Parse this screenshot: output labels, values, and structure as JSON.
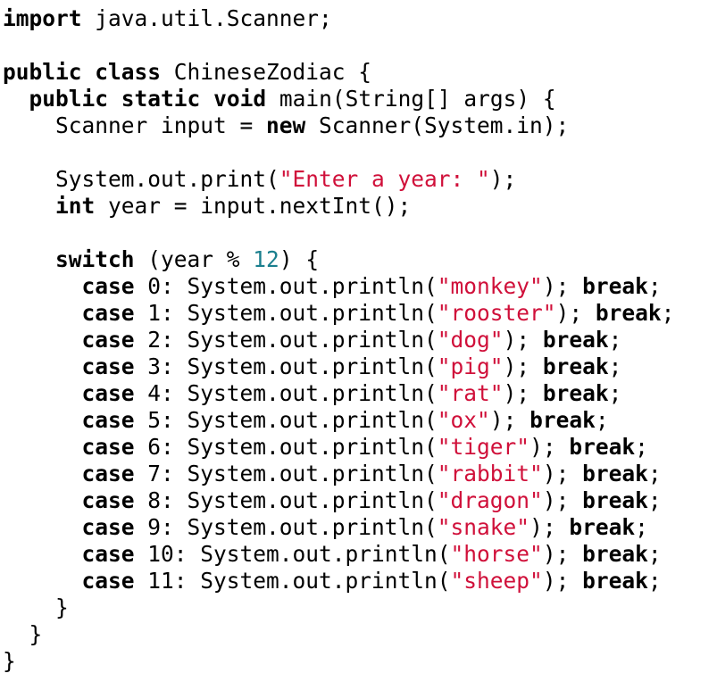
{
  "code": {
    "language": "java",
    "colors": {
      "keyword": "#000000",
      "string": "#d0103a",
      "number": "#1a7f8e",
      "plain": "#000000",
      "background": "#ffffff"
    },
    "lines": [
      [
        {
          "t": "import",
          "c": "kw"
        },
        {
          "t": " java.util.Scanner;",
          "c": "plain"
        }
      ],
      [],
      [
        {
          "t": "public",
          "c": "kw"
        },
        {
          "t": " ",
          "c": "plain"
        },
        {
          "t": "class",
          "c": "kw"
        },
        {
          "t": " ChineseZodiac {",
          "c": "plain"
        }
      ],
      [
        {
          "t": "  ",
          "c": "plain"
        },
        {
          "t": "public",
          "c": "kw"
        },
        {
          "t": " ",
          "c": "plain"
        },
        {
          "t": "static",
          "c": "kw"
        },
        {
          "t": " ",
          "c": "plain"
        },
        {
          "t": "void",
          "c": "kw"
        },
        {
          "t": " main(String[] args) {",
          "c": "plain"
        }
      ],
      [
        {
          "t": "    Scanner input = ",
          "c": "plain"
        },
        {
          "t": "new",
          "c": "kw"
        },
        {
          "t": " Scanner(System.in);",
          "c": "plain"
        }
      ],
      [],
      [
        {
          "t": "    System.out.print(",
          "c": "plain"
        },
        {
          "t": "\"Enter a year: \"",
          "c": "str"
        },
        {
          "t": ");",
          "c": "plain"
        }
      ],
      [
        {
          "t": "    ",
          "c": "plain"
        },
        {
          "t": "int",
          "c": "kw"
        },
        {
          "t": " year = input.nextInt();",
          "c": "plain"
        }
      ],
      [],
      [
        {
          "t": "    ",
          "c": "plain"
        },
        {
          "t": "switch",
          "c": "kw"
        },
        {
          "t": " (year % ",
          "c": "plain"
        },
        {
          "t": "12",
          "c": "num"
        },
        {
          "t": ") {",
          "c": "plain"
        }
      ],
      [
        {
          "t": "      ",
          "c": "plain"
        },
        {
          "t": "case",
          "c": "kw"
        },
        {
          "t": " 0: System.out.println(",
          "c": "plain"
        },
        {
          "t": "\"monkey\"",
          "c": "str"
        },
        {
          "t": "); ",
          "c": "plain"
        },
        {
          "t": "break",
          "c": "kw"
        },
        {
          "t": ";",
          "c": "plain"
        }
      ],
      [
        {
          "t": "      ",
          "c": "plain"
        },
        {
          "t": "case",
          "c": "kw"
        },
        {
          "t": " 1: System.out.println(",
          "c": "plain"
        },
        {
          "t": "\"rooster\"",
          "c": "str"
        },
        {
          "t": "); ",
          "c": "plain"
        },
        {
          "t": "break",
          "c": "kw"
        },
        {
          "t": ";",
          "c": "plain"
        }
      ],
      [
        {
          "t": "      ",
          "c": "plain"
        },
        {
          "t": "case",
          "c": "kw"
        },
        {
          "t": " 2: System.out.println(",
          "c": "plain"
        },
        {
          "t": "\"dog\"",
          "c": "str"
        },
        {
          "t": "); ",
          "c": "plain"
        },
        {
          "t": "break",
          "c": "kw"
        },
        {
          "t": ";",
          "c": "plain"
        }
      ],
      [
        {
          "t": "      ",
          "c": "plain"
        },
        {
          "t": "case",
          "c": "kw"
        },
        {
          "t": " 3: System.out.println(",
          "c": "plain"
        },
        {
          "t": "\"pig\"",
          "c": "str"
        },
        {
          "t": "); ",
          "c": "plain"
        },
        {
          "t": "break",
          "c": "kw"
        },
        {
          "t": ";",
          "c": "plain"
        }
      ],
      [
        {
          "t": "      ",
          "c": "plain"
        },
        {
          "t": "case",
          "c": "kw"
        },
        {
          "t": " 4: System.out.println(",
          "c": "plain"
        },
        {
          "t": "\"rat\"",
          "c": "str"
        },
        {
          "t": "); ",
          "c": "plain"
        },
        {
          "t": "break",
          "c": "kw"
        },
        {
          "t": ";",
          "c": "plain"
        }
      ],
      [
        {
          "t": "      ",
          "c": "plain"
        },
        {
          "t": "case",
          "c": "kw"
        },
        {
          "t": " 5: System.out.println(",
          "c": "plain"
        },
        {
          "t": "\"ox\"",
          "c": "str"
        },
        {
          "t": "); ",
          "c": "plain"
        },
        {
          "t": "break",
          "c": "kw"
        },
        {
          "t": ";",
          "c": "plain"
        }
      ],
      [
        {
          "t": "      ",
          "c": "plain"
        },
        {
          "t": "case",
          "c": "kw"
        },
        {
          "t": " 6: System.out.println(",
          "c": "plain"
        },
        {
          "t": "\"tiger\"",
          "c": "str"
        },
        {
          "t": "); ",
          "c": "plain"
        },
        {
          "t": "break",
          "c": "kw"
        },
        {
          "t": ";",
          "c": "plain"
        }
      ],
      [
        {
          "t": "      ",
          "c": "plain"
        },
        {
          "t": "case",
          "c": "kw"
        },
        {
          "t": " 7: System.out.println(",
          "c": "plain"
        },
        {
          "t": "\"rabbit\"",
          "c": "str"
        },
        {
          "t": "); ",
          "c": "plain"
        },
        {
          "t": "break",
          "c": "kw"
        },
        {
          "t": ";",
          "c": "plain"
        }
      ],
      [
        {
          "t": "      ",
          "c": "plain"
        },
        {
          "t": "case",
          "c": "kw"
        },
        {
          "t": " 8: System.out.println(",
          "c": "plain"
        },
        {
          "t": "\"dragon\"",
          "c": "str"
        },
        {
          "t": "); ",
          "c": "plain"
        },
        {
          "t": "break",
          "c": "kw"
        },
        {
          "t": ";",
          "c": "plain"
        }
      ],
      [
        {
          "t": "      ",
          "c": "plain"
        },
        {
          "t": "case",
          "c": "kw"
        },
        {
          "t": " 9: System.out.println(",
          "c": "plain"
        },
        {
          "t": "\"snake\"",
          "c": "str"
        },
        {
          "t": "); ",
          "c": "plain"
        },
        {
          "t": "break",
          "c": "kw"
        },
        {
          "t": ";",
          "c": "plain"
        }
      ],
      [
        {
          "t": "      ",
          "c": "plain"
        },
        {
          "t": "case",
          "c": "kw"
        },
        {
          "t": " 10: System.out.println(",
          "c": "plain"
        },
        {
          "t": "\"horse\"",
          "c": "str"
        },
        {
          "t": "); ",
          "c": "plain"
        },
        {
          "t": "break",
          "c": "kw"
        },
        {
          "t": ";",
          "c": "plain"
        }
      ],
      [
        {
          "t": "      ",
          "c": "plain"
        },
        {
          "t": "case",
          "c": "kw"
        },
        {
          "t": " 11: System.out.println(",
          "c": "plain"
        },
        {
          "t": "\"sheep\"",
          "c": "str"
        },
        {
          "t": "); ",
          "c": "plain"
        },
        {
          "t": "break",
          "c": "kw"
        },
        {
          "t": ";",
          "c": "plain"
        }
      ],
      [
        {
          "t": "    }",
          "c": "plain"
        }
      ],
      [
        {
          "t": "  }",
          "c": "plain"
        }
      ],
      [
        {
          "t": "}",
          "c": "plain"
        }
      ]
    ]
  }
}
